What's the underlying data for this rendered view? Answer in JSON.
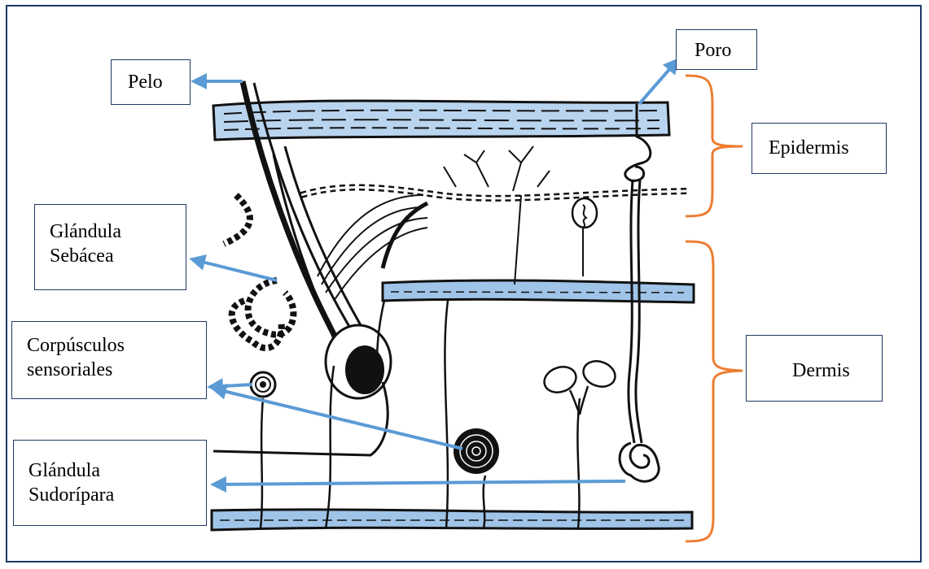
{
  "labels": {
    "pelo": "Pelo",
    "poro": "Poro",
    "epidermis": "Epidermis",
    "sebacea_1": "Glándula",
    "sebacea_2": "Sebácea",
    "corpusculos_1": "Corpúsculos",
    "corpusculos_2": "sensoriales",
    "dermis": "Dermis",
    "sudoripara_1": "Glándula",
    "sudoripara_2": "Sudorípara"
  },
  "colors": {
    "border": "#1f3864",
    "arrow": "#5b9bd5",
    "bracket": "#ed7d31",
    "ink": "#111111",
    "tissue": "#9fc4e8"
  }
}
